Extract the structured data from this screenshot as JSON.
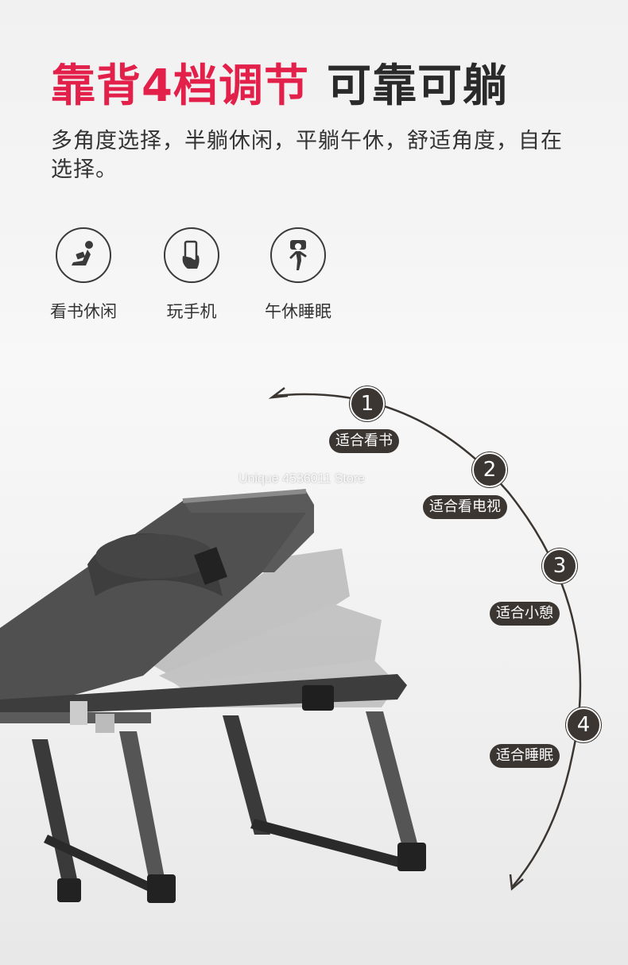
{
  "header": {
    "title_highlight": "靠背4档调节",
    "title_rest": "可靠可躺",
    "subtitle": "多角度选择，半躺休闲，平躺午休，舒适角度，自在选择。"
  },
  "features": [
    {
      "icon": "reading-person-icon",
      "label": "看书休闲"
    },
    {
      "icon": "phone-in-hand-icon",
      "label": "玩手机"
    },
    {
      "icon": "sleeping-person-icon",
      "label": "午休睡眠"
    }
  ],
  "watermark": "Unique 4536011 Store",
  "steps": [
    {
      "number": "1",
      "label": "适合看书"
    },
    {
      "number": "2",
      "label": "适合看电视"
    },
    {
      "number": "3",
      "label": "适合小憩"
    },
    {
      "number": "4",
      "label": "适合睡眠"
    }
  ],
  "colors": {
    "accent_red": "#e2204a",
    "dark_text": "#2a2a2a",
    "badge_bg": "#3b3632"
  }
}
